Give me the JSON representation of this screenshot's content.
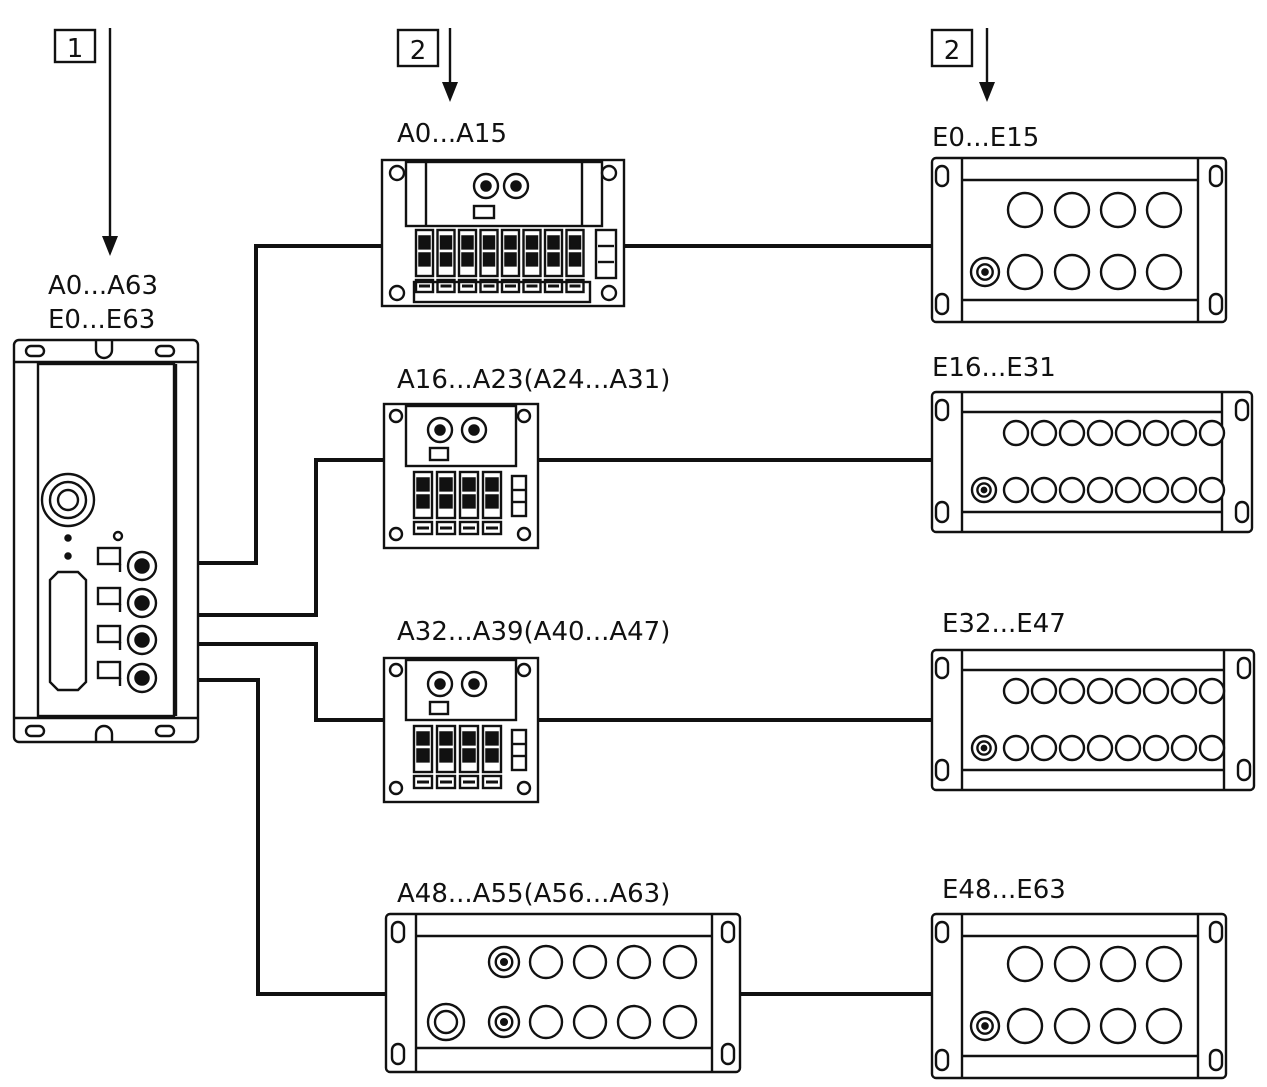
{
  "callouts": {
    "master": "1",
    "extension_a": "2",
    "extension_b": "2"
  },
  "master": {
    "outputs": "A0...A63",
    "inputs": "E0...E63"
  },
  "strings": [
    {
      "output_label": "A0...A15",
      "input_label": "E0...E15"
    },
    {
      "output_label": "A16...A23(A24...A31)",
      "input_label": "E16...E31"
    },
    {
      "output_label": "A32...A39(A40...A47)",
      "input_label": "E32...E47"
    },
    {
      "output_label": "A48...A55(A56...A63)",
      "input_label": "E48...E63"
    }
  ]
}
